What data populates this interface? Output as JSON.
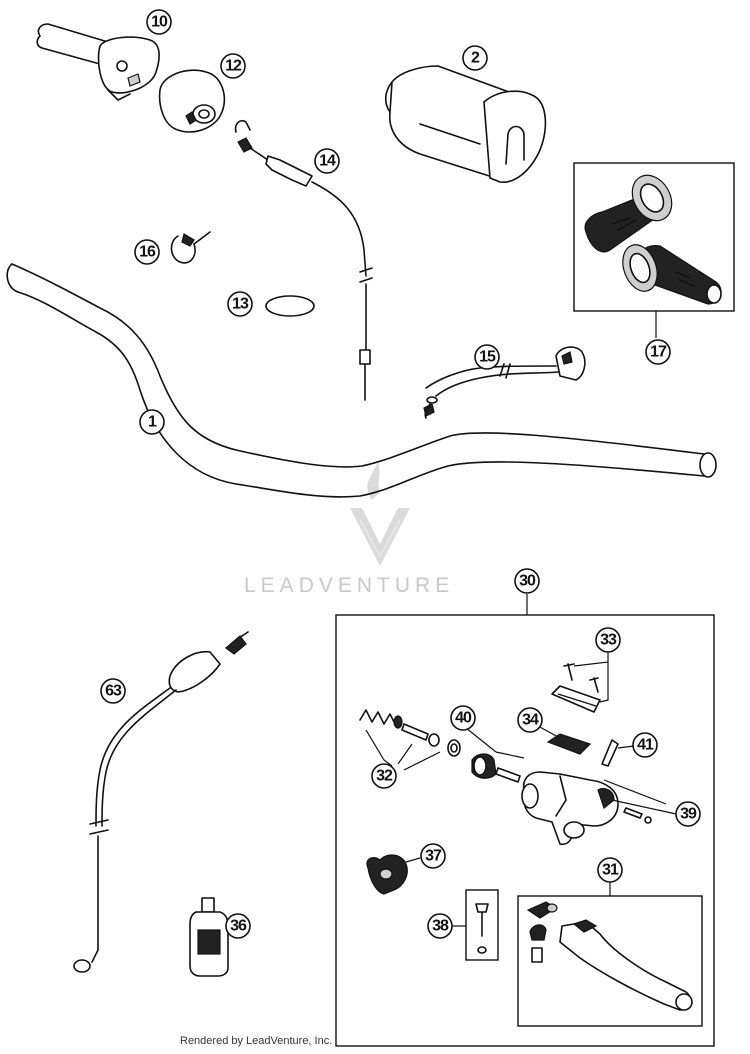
{
  "callouts": {
    "c1": "1",
    "c2": "2",
    "c10": "10",
    "c12": "12",
    "c13": "13",
    "c14": "14",
    "c15": "15",
    "c16": "16",
    "c17": "17",
    "c30": "30",
    "c31": "31",
    "c32": "32",
    "c33": "33",
    "c34": "34",
    "c36": "36",
    "c37": "37",
    "c38": "38",
    "c39": "39",
    "c40": "40",
    "c41": "41",
    "c63": "63"
  },
  "watermark": "LEADVENTURE",
  "footer": "Rendered by LeadVenture, Inc.",
  "colors": {
    "line": "#111111",
    "watermark": "#c9c9c9",
    "background": "#ffffff"
  }
}
